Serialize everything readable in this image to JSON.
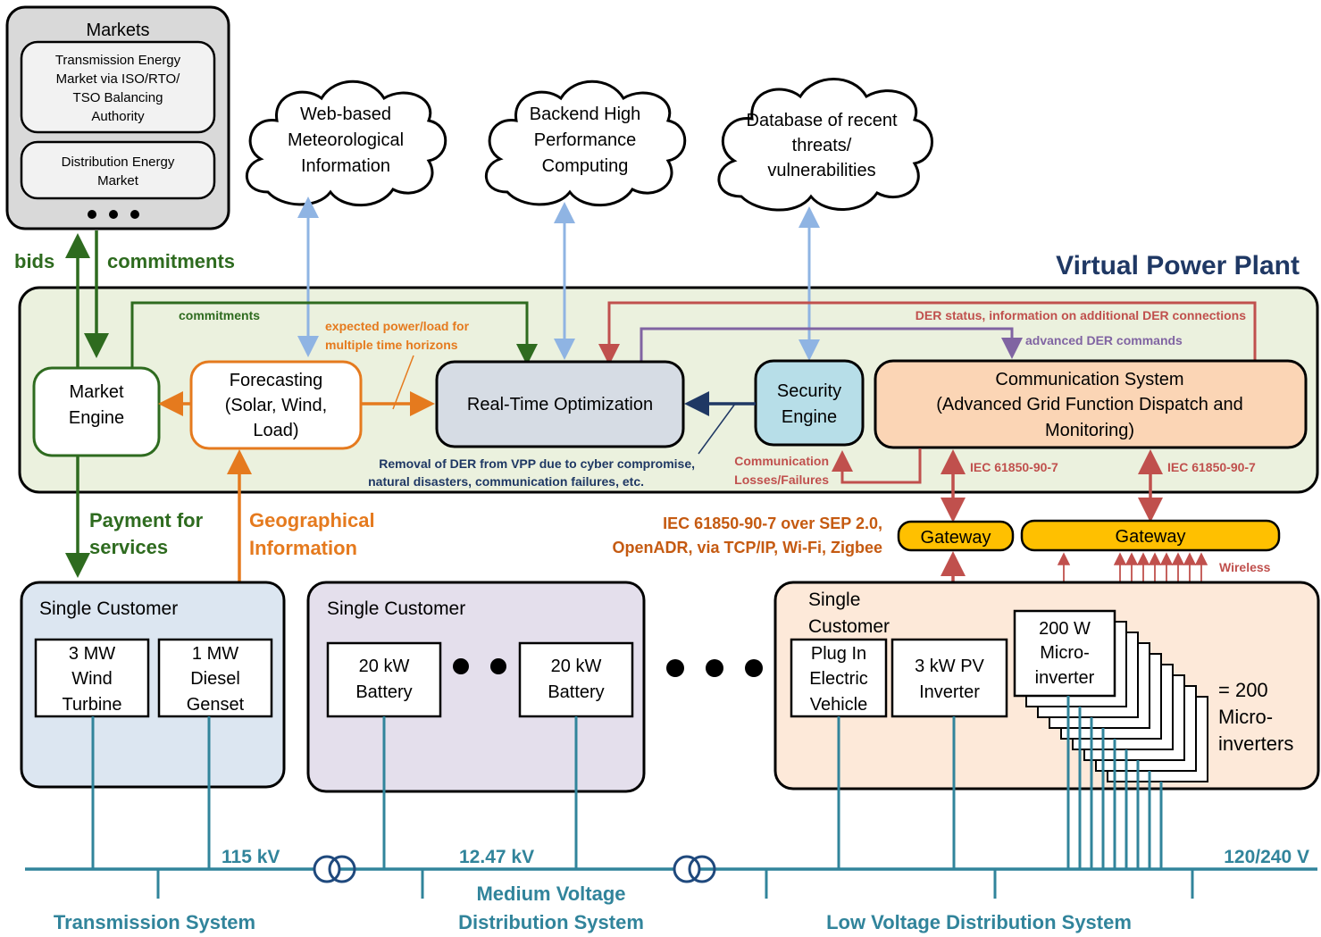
{
  "markets": {
    "title": "Markets",
    "transmission": [
      "Transmission Energy",
      "Market via ISO/RTO/",
      "TSO Balancing",
      "Authority"
    ],
    "distribution": [
      "Distribution Energy",
      "Market"
    ]
  },
  "clouds": {
    "meteo": [
      "Web-based",
      "Meteorological",
      "Information"
    ],
    "hpc": [
      "Backend High",
      "Performance",
      "Computing"
    ],
    "threats": [
      "Database of recent",
      "threats/",
      "vulnerabilities"
    ]
  },
  "vpp": {
    "title": "Virtual Power Plant",
    "market_engine": [
      "Market",
      "Engine"
    ],
    "forecasting": [
      "Forecasting",
      "(Solar, Wind,",
      "Load)"
    ],
    "rto": "Real-Time Optimization",
    "security": [
      "Security",
      "Engine"
    ],
    "comm": [
      "Communication System",
      "(Advanced Grid Function Dispatch and",
      "Monitoring)"
    ],
    "label_commitments": "commitments",
    "label_expected": [
      "expected power/load for",
      "multiple time horizons"
    ],
    "label_der_status": "DER status, information on additional DER connections",
    "label_adv_cmd": "advanced DER commands",
    "label_removal": [
      "Removal of DER from VPP due to cyber compromise,",
      "natural disasters, communication failures, etc."
    ],
    "label_comm_loss": [
      "Communication",
      "Losses/Failures"
    ],
    "label_iec1": "IEC 61850-90-7",
    "label_iec2": "IEC 61850-90-7"
  },
  "outer_labels": {
    "bids": "bids",
    "commitments": "commitments",
    "payment": [
      "Payment for",
      "services"
    ],
    "geo": [
      "Geographical",
      "Information"
    ],
    "protocols": [
      "IEC 61850-90-7 over SEP 2.0,",
      "OpenADR, via TCP/IP, Wi-Fi, Zigbee"
    ],
    "wireless": "Wireless"
  },
  "gateways": [
    "Gateway",
    "Gateway"
  ],
  "customers": {
    "c1": {
      "title": "Single Customer",
      "wind": [
        "3 MW",
        "Wind",
        "Turbine"
      ],
      "diesel": [
        "1 MW",
        "Diesel",
        "Genset"
      ]
    },
    "c2": {
      "title": "Single Customer",
      "bat1": [
        "20 kW",
        "Battery"
      ],
      "bat2": [
        "20 kW",
        "Battery"
      ]
    },
    "c3": {
      "title": [
        "Single",
        "Customer"
      ],
      "ev": [
        "Plug In",
        "Electric",
        "Vehicle"
      ],
      "pv": [
        "3 kW PV",
        "Inverter"
      ],
      "micro": [
        "200 W",
        "Micro-",
        "inverter"
      ],
      "micro_count": [
        "= 200",
        "Micro-",
        "inverters"
      ]
    }
  },
  "grid": {
    "v115": "115 kV",
    "v1247": "12.47 kV",
    "v120": "120/240 V",
    "trans": "Transmission System",
    "mv": [
      "Medium Voltage",
      "Distribution System"
    ],
    "lv": "Low Voltage Distribution System"
  },
  "colors": {
    "green": "#2e6b1f",
    "orange": "#e57a1e",
    "blue_arrow": "#8fb4e3",
    "navy": "#1f3864",
    "red": "#c0504d",
    "purple": "#8064a2",
    "teal": "#31849b",
    "vpp_fill": "#ebf1de",
    "gateway": "#ffc000"
  }
}
